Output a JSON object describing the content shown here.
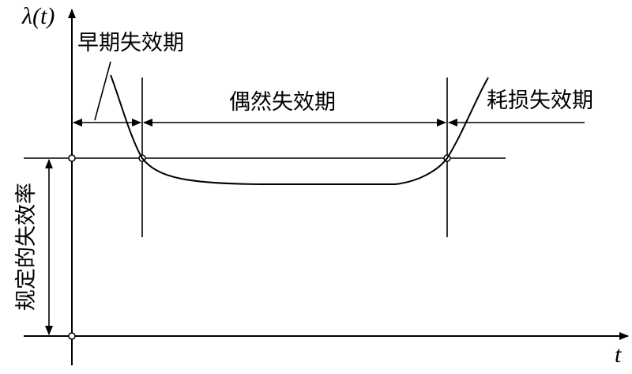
{
  "diagram": {
    "y_axis_label": "λ(t)",
    "x_axis_label": "t",
    "regions": {
      "early": "早期失效期",
      "random": "偶然失效期",
      "wearout": "耗损失效期"
    },
    "specified_rate_label": "规定的失效率"
  }
}
